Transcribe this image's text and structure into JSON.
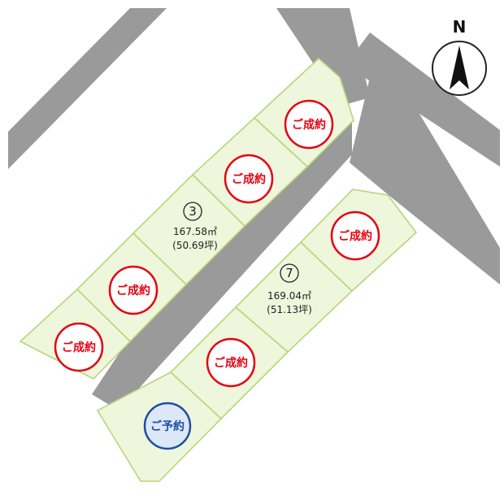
{
  "map": {
    "north_label": "N",
    "colors": {
      "road": "#9a9a9a",
      "lot_fill": "#eef6dc",
      "lot_border": "#b6d77a",
      "sold": "#e50012",
      "reserved": "#1d4fa3"
    },
    "badges": {
      "sold": "ご成約",
      "reserved": "ご予約"
    },
    "lots": [
      {
        "id": "lot-1",
        "status": "sold"
      },
      {
        "id": "lot-2",
        "status": "sold"
      },
      {
        "id": "lot-3",
        "number": "3",
        "area": "167.58㎡",
        "area_tsubo": "(50.69坪)"
      },
      {
        "id": "lot-4",
        "status": "sold"
      },
      {
        "id": "lot-5",
        "status": "sold"
      },
      {
        "id": "lot-6",
        "status": "sold"
      },
      {
        "id": "lot-7",
        "number": "7",
        "area": "169.04㎡",
        "area_tsubo": "(51.13坪)"
      },
      {
        "id": "lot-8",
        "status": "sold"
      },
      {
        "id": "lot-9",
        "status": "reserved"
      }
    ]
  }
}
